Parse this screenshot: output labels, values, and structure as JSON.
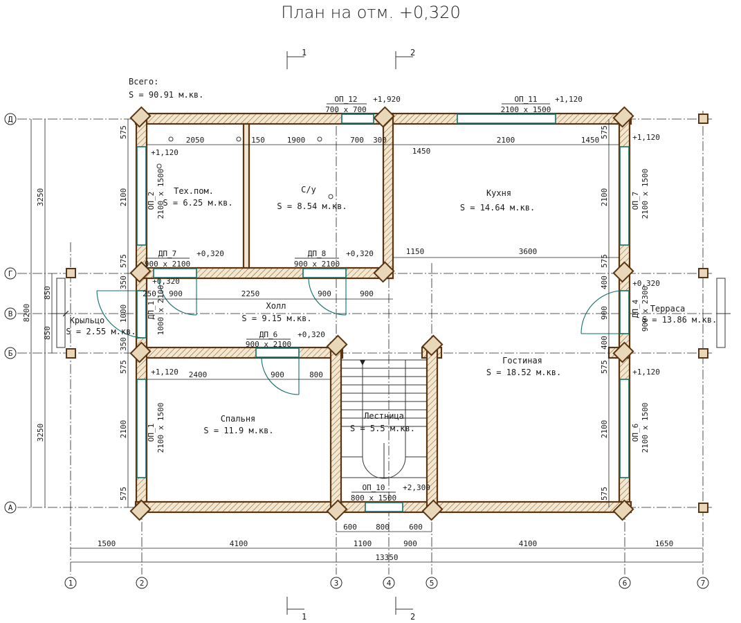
{
  "title": "План на отм. +0,320",
  "total": {
    "label": "Всего:",
    "area": "S   =  90.91 м.кв."
  },
  "sections": [
    "1",
    "2"
  ],
  "axes": {
    "vertical": [
      "1",
      "2",
      "3",
      "4",
      "5",
      "6",
      "7"
    ],
    "horizontal": [
      "Д",
      "Г",
      "В",
      "Б",
      "А"
    ]
  },
  "rooms": [
    {
      "name": "Тех.пом.",
      "area": "S   = 6.25 м.кв."
    },
    {
      "name": "С/у",
      "area": "S   = 8.54 м.кв."
    },
    {
      "name": "Кухня",
      "area": "S   = 14.64 м.кв."
    },
    {
      "name": "Холл",
      "area": "S   = 9.15 м.кв."
    },
    {
      "name": "Крыльцо",
      "area": "S   = 2.55 м.кв."
    },
    {
      "name": "Терраса",
      "area": "S   = 13.86 м.кв."
    },
    {
      "name": "Гостиная",
      "area": "S   = 18.52 м.кв."
    },
    {
      "name": "Спальня",
      "area": "S   = 11.9 м.кв."
    },
    {
      "name": "Лестница",
      "area": "S   = 5.5 м.кв."
    }
  ],
  "openings": {
    "op12": {
      "mark": "ОП_12",
      "size": "700 x 700",
      "level": "+1,920"
    },
    "op11": {
      "mark": "ОП_11",
      "size": "2100 x 1500",
      "level": "+1,120"
    },
    "op2": {
      "mark": "ОП_2",
      "size": "2100 x 1500",
      "level": "+1,120"
    },
    "op7": {
      "mark": "ОП_7",
      "size": "2100 x 1500",
      "level": "+1,120"
    },
    "op1": {
      "mark": "ОП_1",
      "size": "2100 x 1500",
      "level": "+1,120"
    },
    "op6": {
      "mark": "ОП_6",
      "size": "2100 x 1500",
      "level": "+1,120"
    },
    "op10": {
      "mark": "ОП_10",
      "size": "800 x 1500",
      "level": "+2,300"
    },
    "dp7": {
      "mark": "ДП_7",
      "size": "900 x 2100",
      "level": "+0,320"
    },
    "dp8": {
      "mark": "ДП_8",
      "size": "900 x 2100",
      "level": "+0,320"
    },
    "dp6": {
      "mark": "ДП_6",
      "size": "900 x 2100",
      "level": "+0,320"
    },
    "dp1": {
      "mark": "ДП_1",
      "size": "1000 x 2100",
      "level": "+0,320"
    },
    "dp4": {
      "mark": "ДП_4",
      "size": "900 x 2300",
      "level": "+0,320"
    }
  },
  "dims": {
    "bottom_chain": [
      "1500",
      "4100",
      "1100",
      "900",
      "4100",
      "1650"
    ],
    "overall_width": "13350",
    "stair": [
      "600",
      "800",
      "600"
    ],
    "left_outer": [
      "3250",
      "8200",
      "3250"
    ],
    "left_mid": [
      "850",
      "850"
    ],
    "left_inner_top": [
      "575",
      "2100",
      "575"
    ],
    "left_inner_mid": [
      "350",
      "1000",
      "350"
    ],
    "left_inner_bot": [
      "575",
      "2100",
      "575"
    ],
    "right_top": [
      "575",
      "2100",
      "575"
    ],
    "right_mid": [
      "400",
      "900",
      "400"
    ],
    "right_bot": [
      "575",
      "2100",
      "575"
    ],
    "top_row": [
      "2050",
      "150",
      "1900",
      "700",
      "300",
      "1450",
      "2100",
      "1450"
    ],
    "kitchen_row": [
      "1150",
      "3600"
    ],
    "hall_row": [
      "250",
      "900",
      "2250",
      "900",
      "900"
    ],
    "bedroom_row": [
      "2400",
      "900",
      "800"
    ]
  }
}
